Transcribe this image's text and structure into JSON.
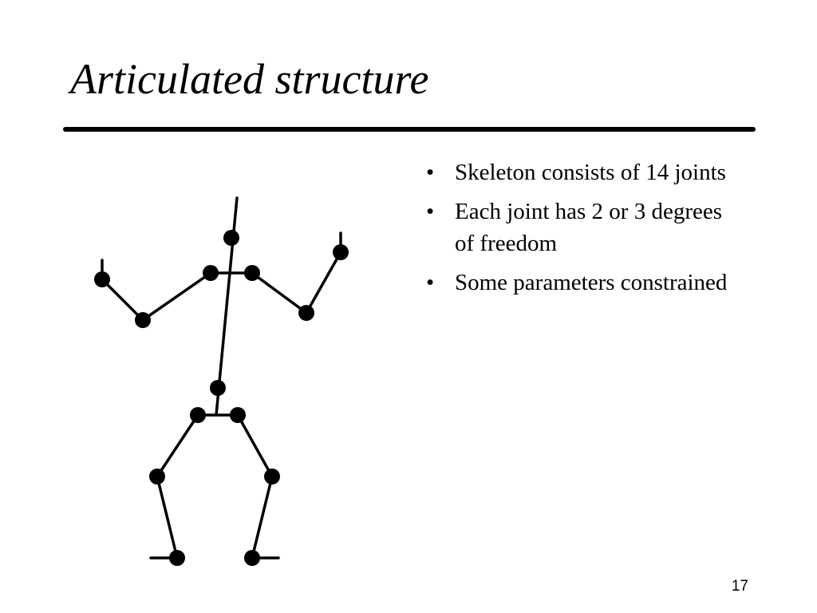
{
  "slide": {
    "title": "Articulated structure",
    "bullets": [
      {
        "marker": "•",
        "text": "Skeleton consists of 14 joints"
      },
      {
        "marker": "•",
        "text": "Each joint has 2 or 3 degrees of freedom"
      },
      {
        "marker": "•",
        "text": "Some parameters constrained"
      }
    ],
    "page_number": "17"
  },
  "figure": {
    "joint_count": 14
  }
}
